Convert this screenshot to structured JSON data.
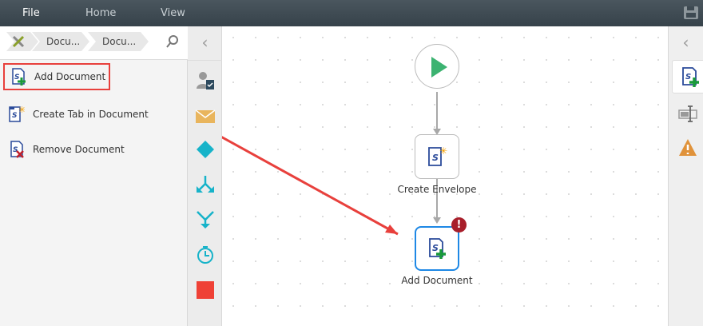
{
  "menu": {
    "file": "File",
    "home": "Home",
    "view": "View"
  },
  "breadcrumb": [
    "Docu...",
    "Docu..."
  ],
  "actions": [
    {
      "label": "Add Document"
    },
    {
      "label": "Create Tab in Document"
    },
    {
      "label": "Remove Document"
    }
  ],
  "nodes": {
    "create_envelope": "Create Envelope",
    "add_document": "Add Document"
  },
  "colors": {
    "accent": "#1e88e5",
    "annotation": "#e8403c",
    "start": "#3cb371"
  }
}
